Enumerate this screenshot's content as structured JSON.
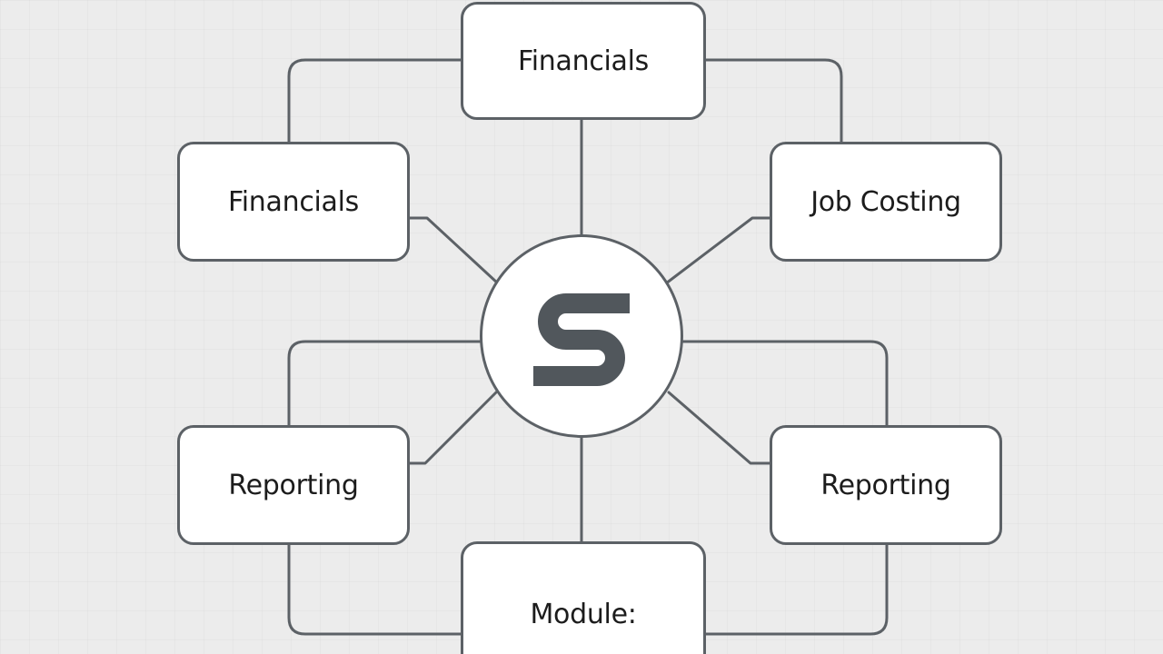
{
  "diagram": {
    "hub": {
      "icon": "s-logo-icon",
      "letter": "S"
    },
    "nodes": {
      "top": "Financials",
      "left": "Financials",
      "right": "Job Costing",
      "bottom_left": "Reporting",
      "bottom_right": "Reporting",
      "bottom": "Module:"
    }
  },
  "colors": {
    "background": "#ececec",
    "box_fill": "#ffffff",
    "stroke": "#5c6166",
    "logo": "#51575c",
    "text": "#1c1c1c"
  }
}
